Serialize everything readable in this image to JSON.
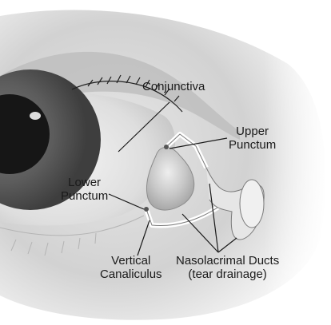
{
  "labels": {
    "conjunctiva": "Conjunctiva",
    "upper_punctum": [
      "Upper",
      "Punctum"
    ],
    "lower_punctum": [
      "Lower",
      "Punctum"
    ],
    "vertical_canaliculus": [
      "Vertical",
      "Canaliculus"
    ],
    "nasolacrimal_ducts": [
      "Nasolacrimal Ducts",
      "(tear drainage)"
    ]
  }
}
